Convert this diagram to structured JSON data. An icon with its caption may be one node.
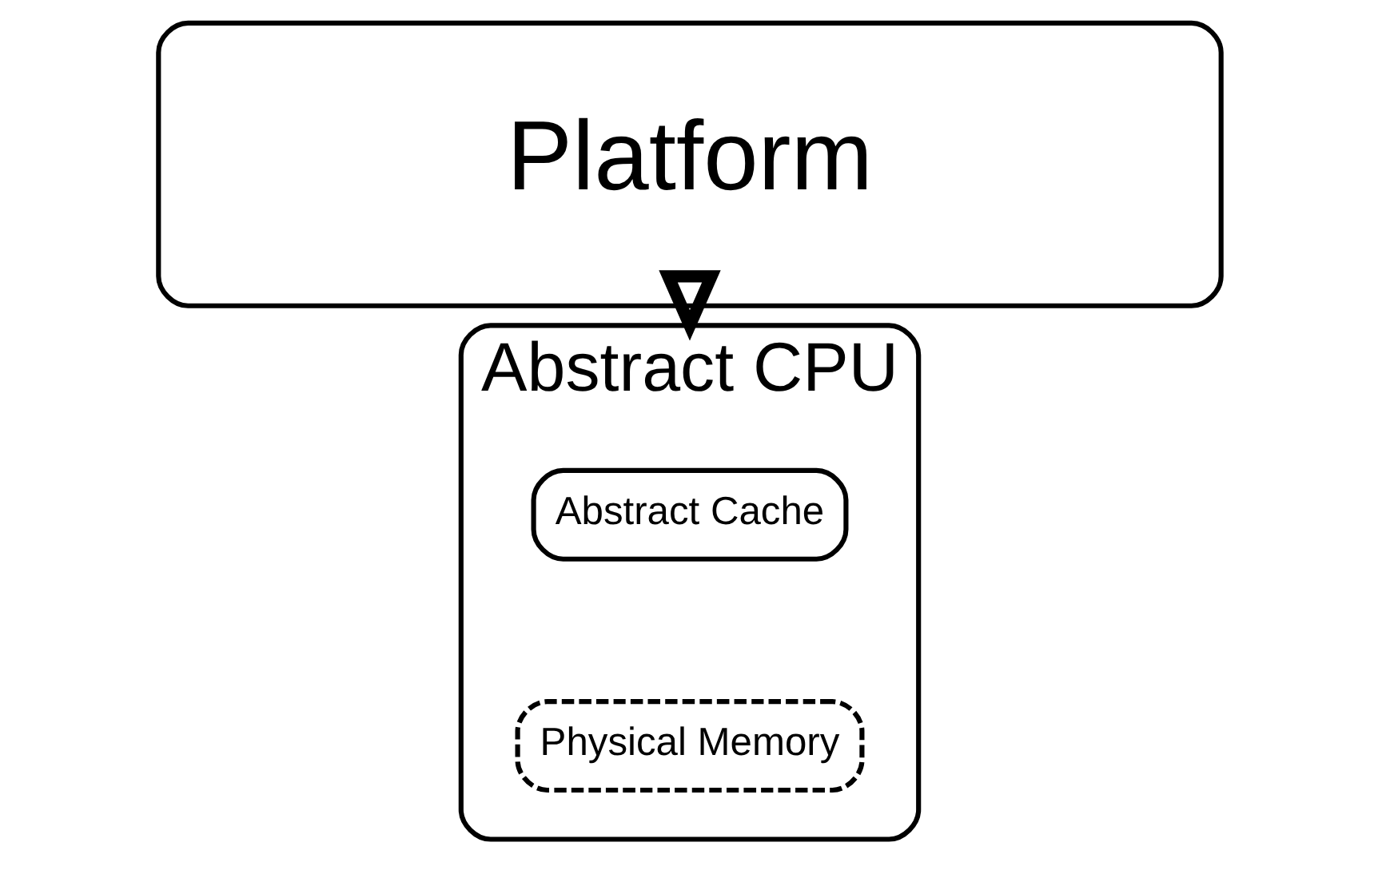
{
  "diagram": {
    "nodes": [
      {
        "text": [
          "Platform"
        ]
      },
      {
        "text": [
          "Abstract CPU"
        ]
      },
      {
        "text": [
          "Abstract Cache"
        ],
        "in": 1
      },
      {
        "text": [
          "Physical Memory"
        ],
        "in": 1
      }
    ],
    "edges": [
      {
        "from": 0,
        "to": 1,
        "arrow": "to",
        "style": "thick"
      }
    ]
  }
}
